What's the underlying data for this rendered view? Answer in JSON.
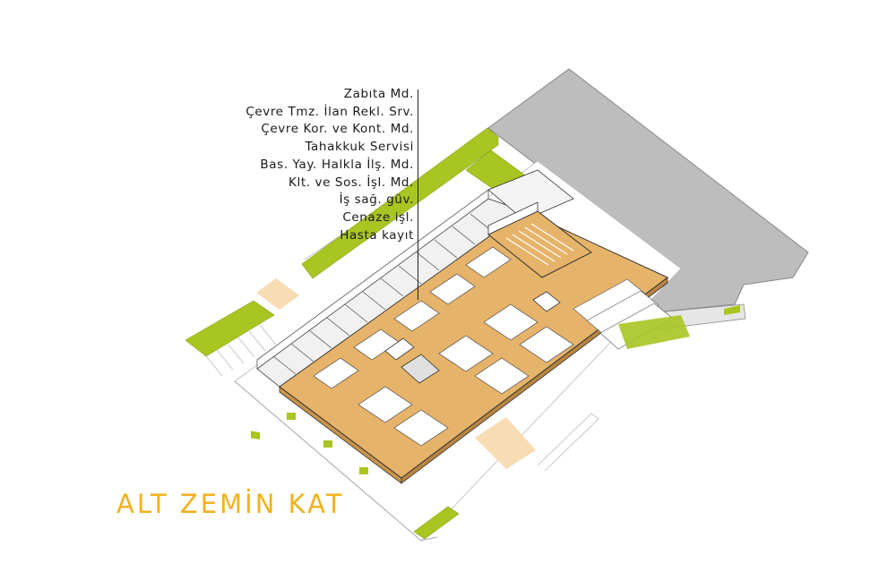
{
  "title": "ALT ZEMİN KAT",
  "colors": {
    "title": "#f2b11c",
    "floor": "#e6b36a",
    "green": "#a8c522",
    "neighbor_building": "#bdbdbd",
    "walls": "#ffffff",
    "outline": "#333333",
    "label_text": "#1a1a1a"
  },
  "labels": [
    "Zabıta Md.",
    "Çevre Tmz. İlan Rekl. Srv.",
    "Çevre Kor. ve Kont. Md.",
    "Tahakkuk Servisi",
    "Bas. Yay. Halkla İlş. Md.",
    "Klt. ve Sos. İşl. Md.",
    "İş sağ. güv.",
    "Cenaze işl.",
    "Hasta kayıt"
  ]
}
